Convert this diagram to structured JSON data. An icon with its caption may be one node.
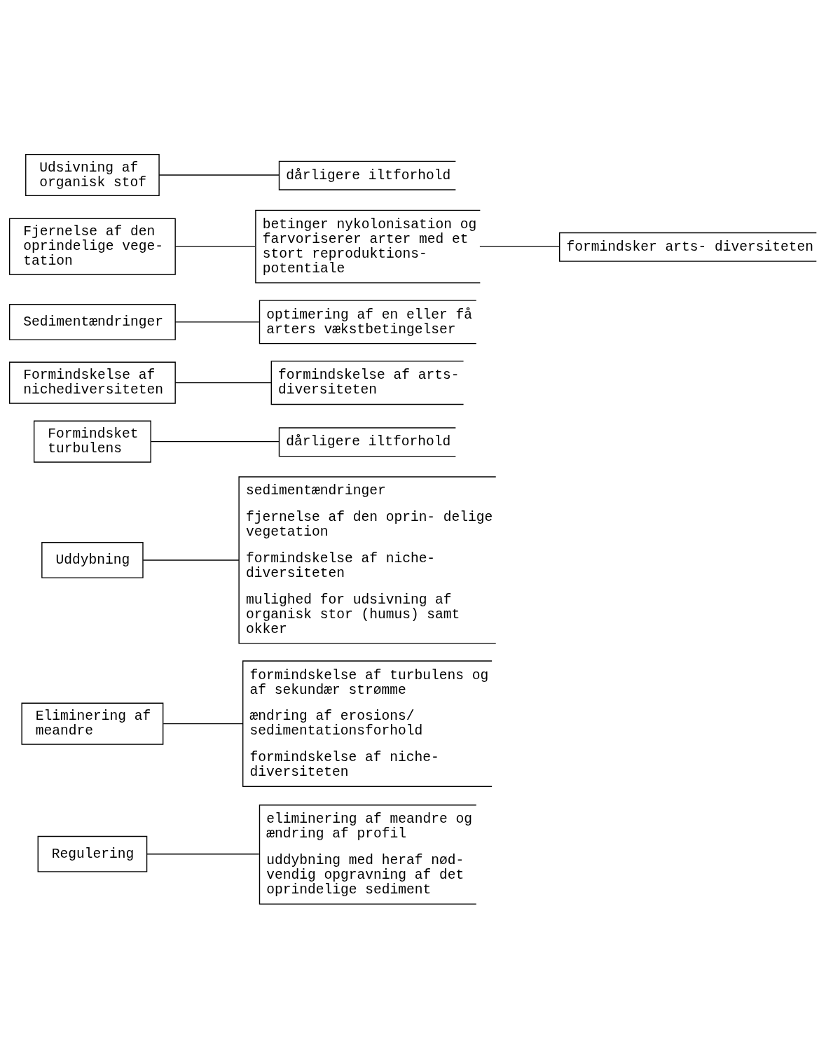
{
  "diagram": {
    "nodes": [
      {
        "text": [
          "Regulering"
        ]
      },
      {
        "text": [
          "eliminering af meandre og ændring af profil",
          "uddybning med heraf nød- vendig opgravning af det oprindelige sediment"
        ]
      },
      {
        "text": [
          "Eliminering af meandre"
        ]
      },
      {
        "text": [
          "formindskelse af turbulens og af sekundær strømme",
          "ændring af erosions/ sedimentationsforhold",
          "formindskelse af niche- diversiteten"
        ]
      },
      {
        "text": [
          "Uddybning"
        ]
      },
      {
        "text": [
          "sedimentændringer",
          "fjernelse af den oprin- delige vegetation",
          "formindskelse af niche- diversiteten",
          "mulighed for udsivning af organisk stor (humus) samt okker"
        ]
      },
      {
        "text": [
          "Formindsket turbulens"
        ]
      },
      {
        "text": [
          "dårligere iltforhold"
        ]
      },
      {
        "text": [
          "Formindskelse af nichediversiteten"
        ]
      },
      {
        "text": [
          "formindskelse af arts- diversiteten"
        ]
      },
      {
        "text": [
          "Sedimentændringer"
        ]
      },
      {
        "text": [
          "optimering af en eller få arters vækstbetingelser"
        ]
      },
      {
        "text": [
          "Fjernelse af den oprindelige vege- tation"
        ]
      },
      {
        "text": [
          "betinger nykolonisation og farvoriserer arter med et stort reproduktions- potentiale"
        ]
      },
      {
        "text": [
          "formindsker arts- diversiteten"
        ]
      },
      {
        "text": [
          "Udsivning af organisk stof"
        ]
      },
      {
        "text": [
          "dårligere iltforhold"
        ]
      }
    ],
    "edges": [
      {
        "from": 0,
        "to": 1,
        "arrow": "none"
      },
      {
        "from": 2,
        "to": 3,
        "arrow": "none"
      },
      {
        "from": 4,
        "to": 5,
        "arrow": "none"
      },
      {
        "from": 6,
        "to": 7,
        "arrow": "none"
      },
      {
        "from": 8,
        "to": 9,
        "arrow": "none"
      },
      {
        "from": 10,
        "to": 11,
        "arrow": "none"
      },
      {
        "from": 12,
        "to": 13,
        "arrow": "none"
      },
      {
        "from": 13,
        "to": 14,
        "arrow": "none"
      },
      {
        "from": 15,
        "to": 16,
        "arrow": "none"
      }
    ]
  }
}
